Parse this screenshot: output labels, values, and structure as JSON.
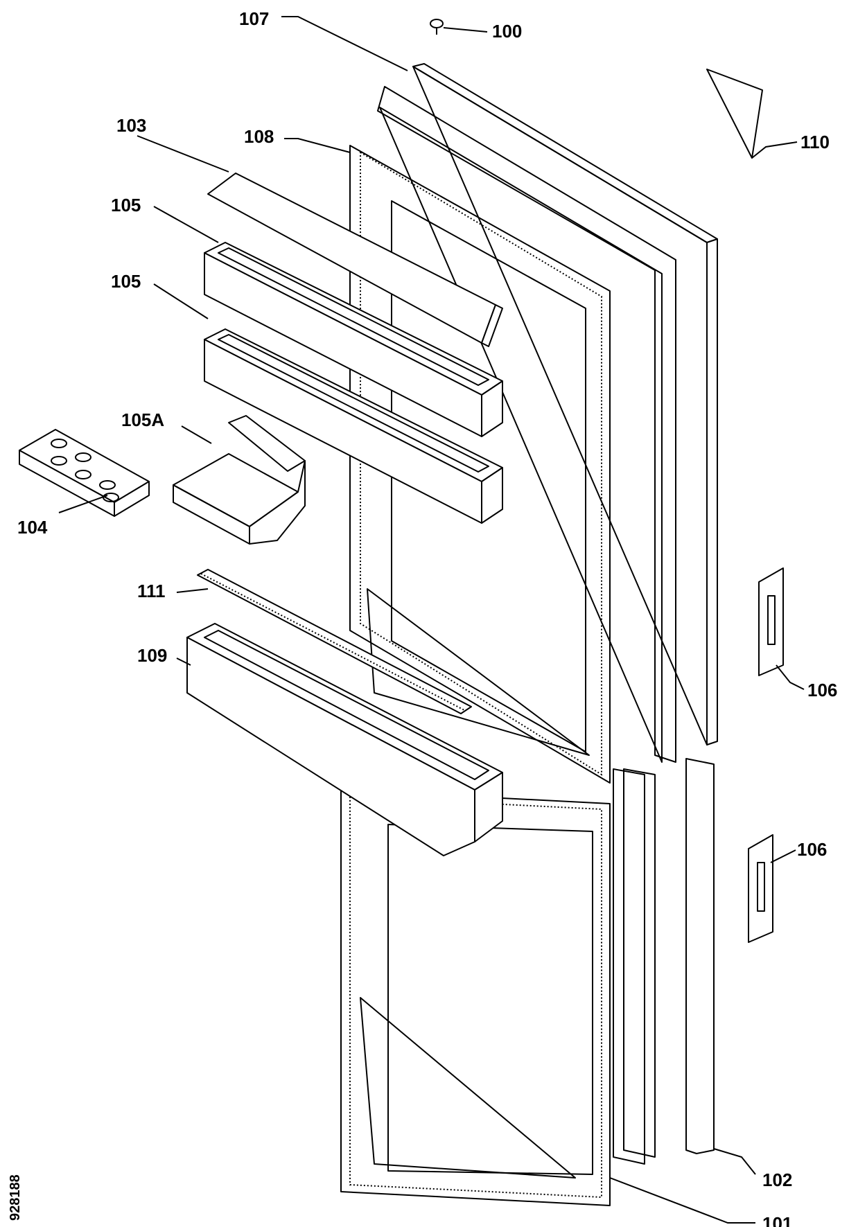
{
  "document_id": "928188",
  "callouts": [
    {
      "key": "c100",
      "label": "100"
    },
    {
      "key": "c101",
      "label": "101"
    },
    {
      "key": "c102",
      "label": "102"
    },
    {
      "key": "c103",
      "label": "103"
    },
    {
      "key": "c104",
      "label": "104"
    },
    {
      "key": "c105a",
      "label": "105"
    },
    {
      "key": "c105b",
      "label": "105"
    },
    {
      "key": "c105A",
      "label": "105A"
    },
    {
      "key": "c106a",
      "label": "106"
    },
    {
      "key": "c106b",
      "label": "106"
    },
    {
      "key": "c107",
      "label": "107"
    },
    {
      "key": "c108",
      "label": "108"
    },
    {
      "key": "c109",
      "label": "109"
    },
    {
      "key": "c110",
      "label": "110"
    },
    {
      "key": "c111",
      "label": "111"
    }
  ]
}
